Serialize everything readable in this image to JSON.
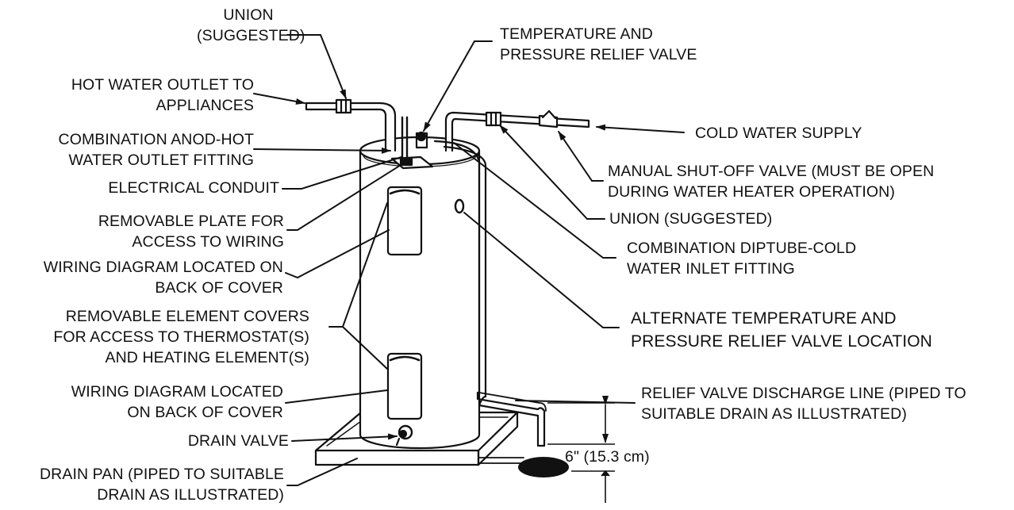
{
  "labels": {
    "union_top": "UNION\n(SUGGESTED)",
    "tp_relief_valve": "TEMPERATURE AND\nPRESSURE RELIEF VALVE",
    "hot_water_outlet": "HOT WATER OUTLET TO\nAPPLIANCES",
    "anode_fitting": "COMBINATION ANOD-HOT\nWATER OUTLET FITTING",
    "electrical_conduit": "ELECTRICAL CONDUIT",
    "removable_plate": "REMOVABLE PLATE FOR\nACCESS TO WIRING",
    "wiring_diagram_upper": "WIRING DIAGRAM LOCATED ON\nBACK OF COVER",
    "element_covers": "REMOVABLE ELEMENT COVERS\nFOR ACCESS TO THERMOSTAT(S)\nAND HEATING ELEMENT(S)",
    "wiring_diagram_lower": "WIRING DIAGRAM LOCATED\nON BACK OF COVER",
    "drain_valve": "DRAIN VALVE",
    "drain_pan": "DRAIN PAN (PIPED TO SUITABLE\nDRAIN AS ILLUSTRATED)",
    "cold_water_supply": "COLD WATER SUPPLY",
    "shutoff_valve": "MANUAL SHUT-OFF VALVE (MUST BE OPEN\nDURING WATER HEATER OPERATION)",
    "union_right": "UNION (SUGGESTED)",
    "diptube_fitting": "COMBINATION DIPTUBE-COLD\nWATER INLET FITTING",
    "alt_tp_location": "ALTERNATE TEMPERATURE AND\nPRESSURE RELIEF VALVE LOCATION",
    "discharge_line": "RELIEF VALVE DISCHARGE LINE (PIPED TO\nSUITABLE DRAIN AS ILLUSTRATED)",
    "clearance": "6\" (15.3 cm)"
  }
}
